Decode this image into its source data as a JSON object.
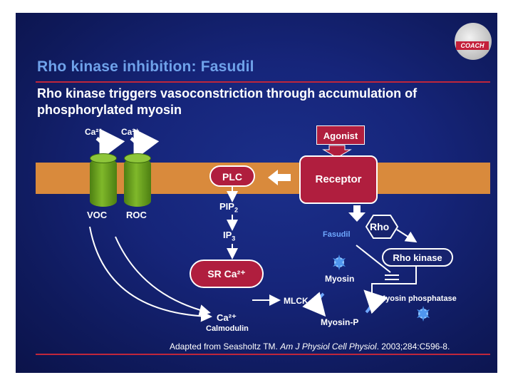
{
  "logo_text": "COACH",
  "title": "Rho kinase inhibition: Fasudil",
  "subtitle": "Rho kinase triggers vasoconstriction through accumulation of phosphorylated myosin",
  "diagram": {
    "ca_left": "Ca²⁺",
    "ca_right": "Ca²⁺",
    "agonist": "Agonist",
    "plc": "PLC",
    "receptor": "Receptor",
    "voc": "VOC",
    "roc": "ROC",
    "pip": "PIP",
    "pip_sub": "2",
    "ip": "IP",
    "ip_sub": "3",
    "rho": "Rho",
    "fasudil": "Fasudil",
    "rho_kinase": "Rho kinase",
    "sr_ca": "SR  Ca²⁺",
    "myosin": "Myosin",
    "mlck": "MLCK",
    "myosin_phosphatase": "Myosin phosphatase",
    "ca_calmodulin": "Ca²⁺",
    "calmodulin": "Calmodulin",
    "myosin_p": "Myosin-P"
  },
  "footer": {
    "prefix": "Adapted from Seasholtz TM. ",
    "journal": "Am J Physiol Cell Physiol",
    "suffix": ". 2003;284:C596-8."
  },
  "colors": {
    "title": "#6fa2ea",
    "accent_red": "#b01e3e",
    "membrane": "#d98a3c",
    "channel_green": "#7fb82a",
    "fasudil_blue": "#6fa8ff"
  }
}
